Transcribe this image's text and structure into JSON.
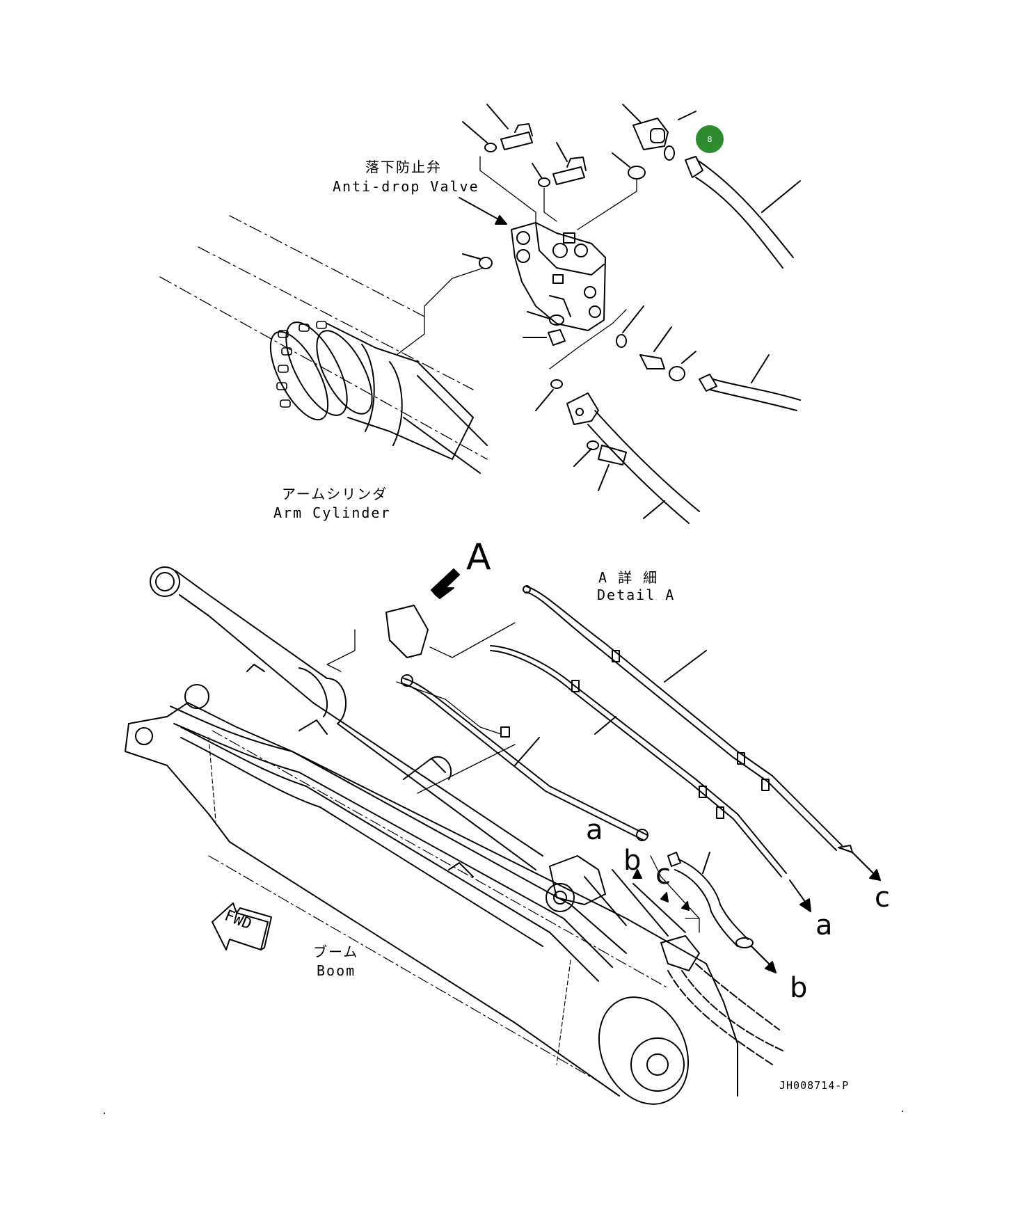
{
  "labels": {
    "anti_drop_valve_jp": "落下防止弁",
    "anti_drop_valve_en": "Anti-drop Valve",
    "arm_cylinder_jp": "アームシリンダ",
    "arm_cylinder_en": "Arm Cylinder",
    "view_a": "A",
    "detail_a_jp": "A 詳 細",
    "detail_a_en": "Detail A",
    "boom_jp": "ブーム",
    "boom_en": "Boom",
    "fwd": "FWD",
    "drawing_number": "JH008714-P"
  },
  "callout": {
    "number": "8",
    "color": "#2e8b2e"
  },
  "connection_letters": {
    "a_top": "a",
    "b_top": "b",
    "c_top": "c",
    "a_out": "a",
    "b_out": "b",
    "c_out": "c"
  }
}
